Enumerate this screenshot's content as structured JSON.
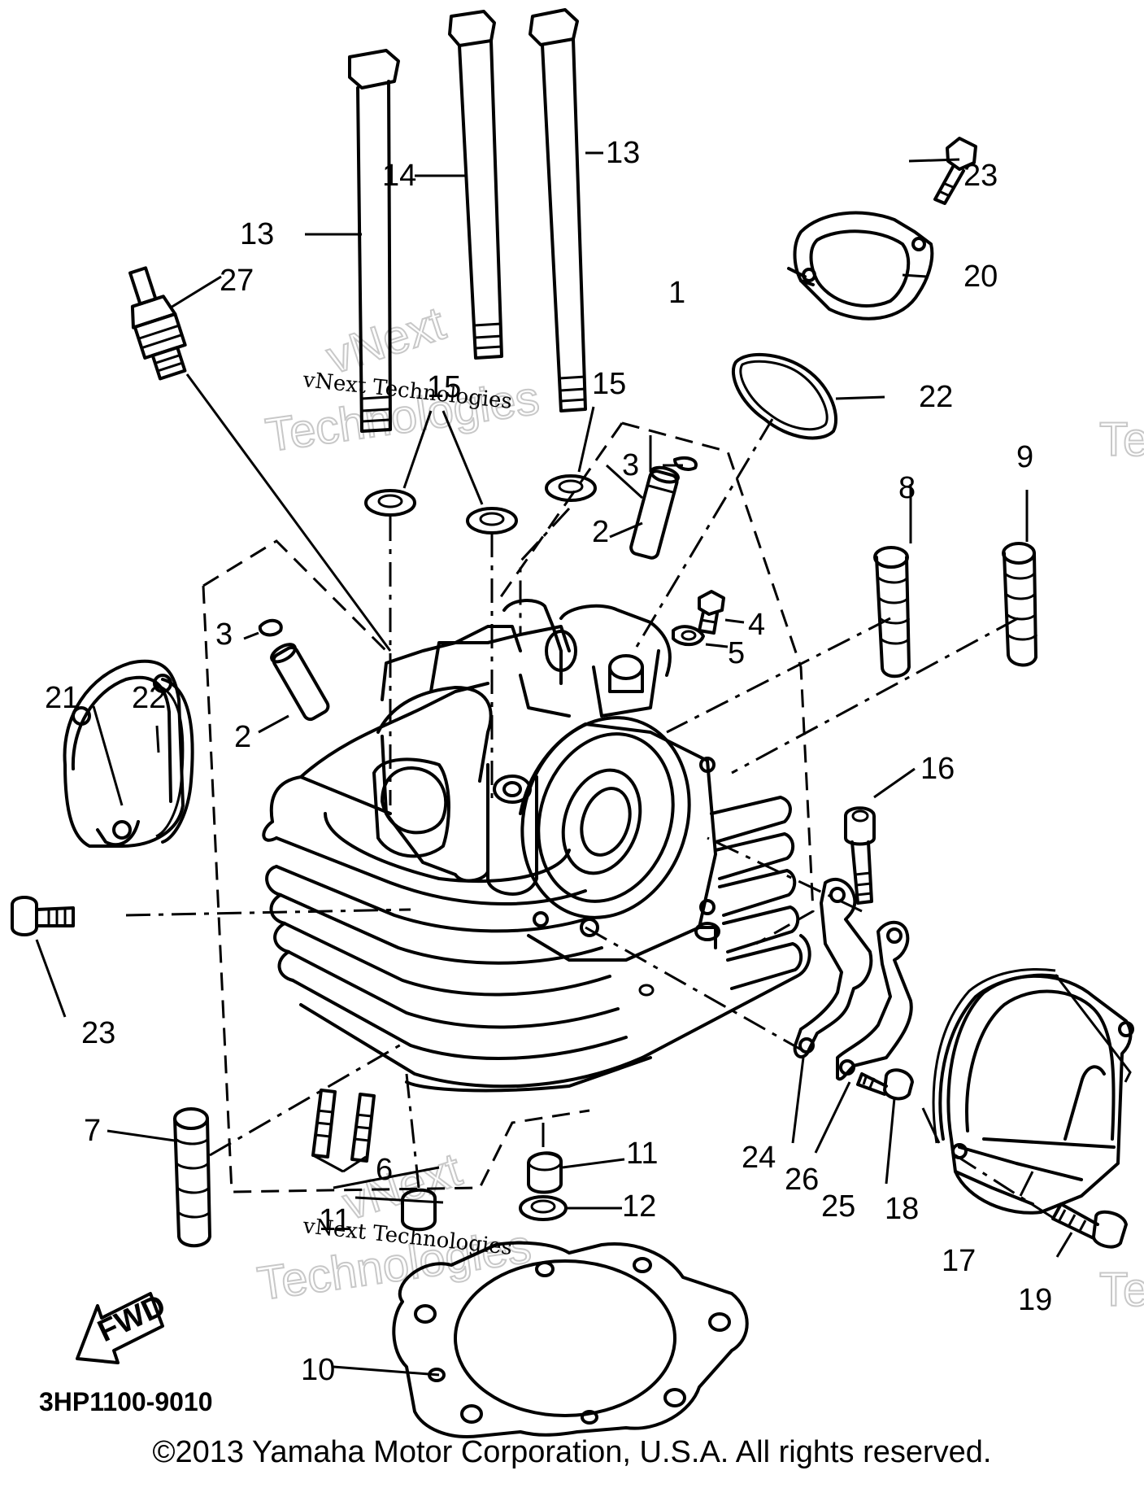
{
  "callouts": {
    "c1": "1",
    "c2a": "2",
    "c2b": "2",
    "c3a": "3",
    "c3b": "3",
    "c4": "4",
    "c5": "5",
    "c6": "6",
    "c7": "7",
    "c8": "8",
    "c9": "9",
    "c10": "10",
    "c11": "11",
    "c11b": "11",
    "c12": "12",
    "c13a": "13",
    "c13b": "13",
    "c14": "14",
    "c15a": "15",
    "c15b": "15",
    "c16": "16",
    "c17": "17",
    "c18": "18",
    "c19": "19",
    "c20": "20",
    "c21": "21",
    "c22a": "22",
    "c22b": "22",
    "c23a": "23",
    "c23b": "23",
    "c24": "24",
    "c25": "25",
    "c26": "26",
    "c27": "27"
  },
  "fwd_label": "FWD",
  "diagram_code": "3HP1100-9010",
  "watermark": {
    "line1": "vNext Technologies",
    "big1": "vNext",
    "big2": "Technologies",
    "edge": "Te"
  },
  "copyright": "©2013 Yamaha Motor Corporation, U.S.A. All rights reserved."
}
